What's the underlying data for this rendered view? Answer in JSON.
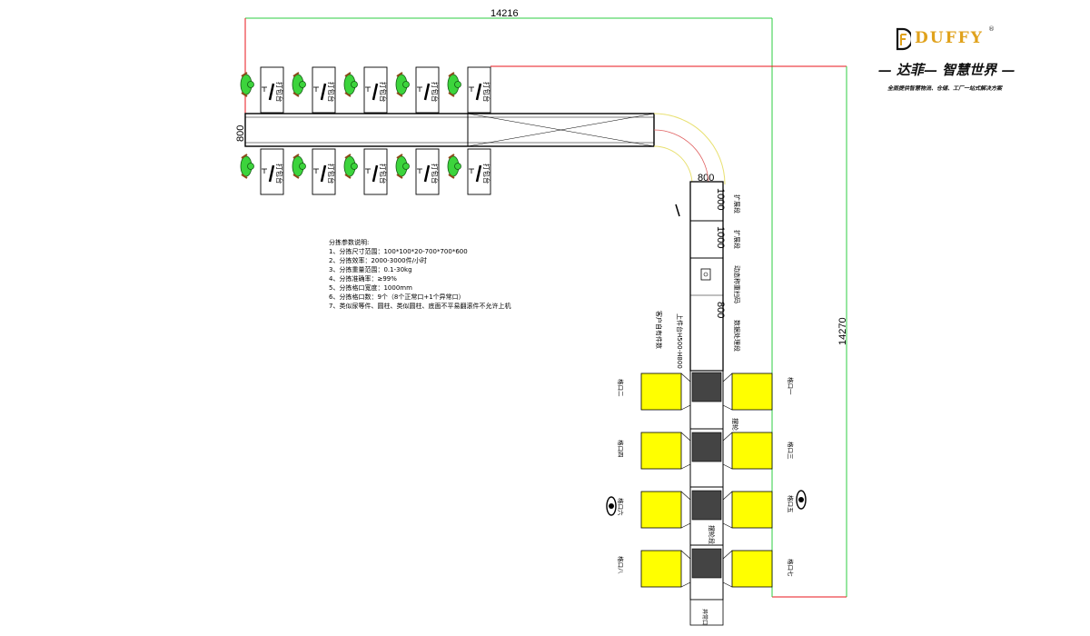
{
  "dimensions": {
    "total_width": "14216",
    "total_height": "14270",
    "belt_width_top": "800",
    "belt_width_side": "800"
  },
  "packing_table_label": "打包台",
  "packing_tables_top": [
    "打包台",
    "打包台",
    "打包台",
    "打包台",
    "打包台"
  ],
  "packing_tables_bottom": [
    "打包台",
    "打包台",
    "打包台",
    "打包台",
    "打包台"
  ],
  "conveyor_labels": {
    "side_1": "扩展段",
    "side_2": "扩展段",
    "side_3": "动态称重扫码",
    "side_4": "数据处理段",
    "feed": "上件台H500-H800",
    "note": "客户自有件数",
    "mark_a": "1000",
    "mark_b": "1000",
    "mark_c": "800",
    "sorter_1": "摆轮",
    "sorter_2": "摆轮段",
    "exception": "异常口"
  },
  "sort_ports": {
    "right": [
      "格口一",
      "格口三",
      "格口五",
      "格口七"
    ],
    "left": [
      "格口二",
      "格口四",
      "格口六",
      "格口八"
    ]
  },
  "spec": {
    "title": "分拣参数说明:",
    "items": [
      "1、分拣尺寸范围：100*100*20-700*700*600",
      "2、分拣效率：2000-3000件/小时",
      "3、分拣重量范围：0.1-30kg",
      "4、分拣准确率：≥99%",
      "5、分拣格口宽度：1000mm",
      "6、分拣格口数：9个（8个正常口+1个异常口）",
      "7、类似尿等件、圆柱、类似圆柱、底面不平易翻滚件不允许上机"
    ]
  },
  "logo": {
    "brand": "DUFFY",
    "reg": "®",
    "slogan": "— 达菲— 智慧世界 —",
    "sub": "全面提供智慧物流、仓储、工厂一站式解决方案"
  },
  "colors": {
    "boundary_green": "#2ecc40",
    "boundary_red": "#e8141b",
    "chute_yellow": "#ffff00",
    "worker_green": "#3cd43c",
    "curve_yellow": "#e8e070"
  }
}
